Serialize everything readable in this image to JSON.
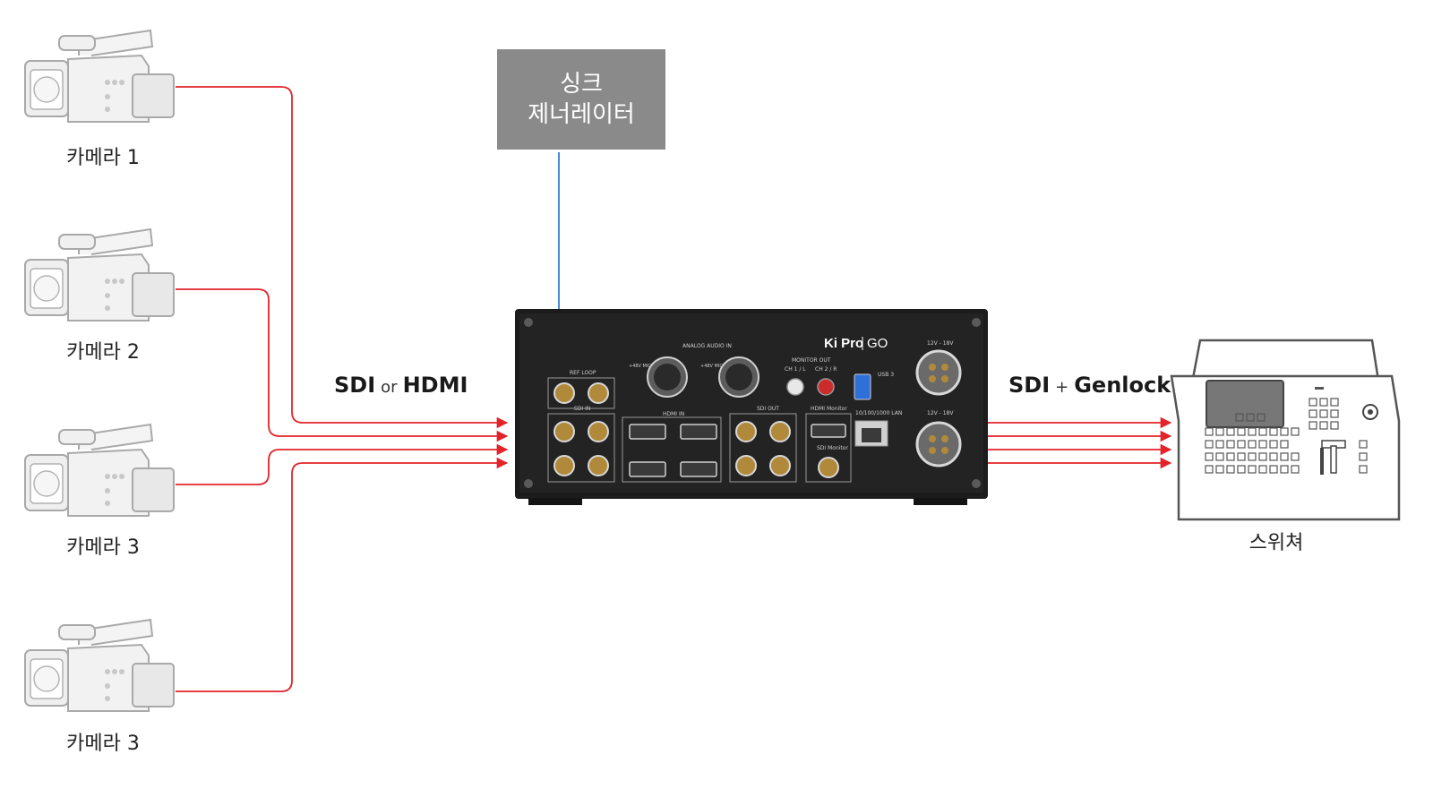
{
  "cameras": [
    {
      "label": "카메라 1",
      "icon": "camcorder-icon"
    },
    {
      "label": "카메라 2",
      "icon": "camcorder-icon"
    },
    {
      "label": "카메라 3",
      "icon": "camcorder-icon"
    },
    {
      "label": "카메라 3",
      "icon": "camcorder-icon"
    }
  ],
  "sync_generator": {
    "line1": "싱크",
    "line2": "제너레이터"
  },
  "input_label": {
    "left": "SDI",
    "sep": "or",
    "right": "HDMI"
  },
  "output_label": {
    "left": "SDI",
    "sep": "+",
    "right": "Genlock"
  },
  "device": {
    "brand": "Ki Pro",
    "model": "GO",
    "panel_labels": {
      "ref_loop": "REF LOOP",
      "sdi_in": "SDI IN",
      "analog_audio_in": "ANALOG AUDIO IN",
      "hdmi_in": "HDMI IN",
      "sdi_out": "SDI OUT",
      "monitor_out": "MONITOR OUT",
      "hdmi_monitor": "HDMI Monitor",
      "sdi_monitor": "SDI Monitor",
      "usb": "USB 3",
      "lan": "10/100/1000 LAN",
      "power": "12V - 18V",
      "ch1": "CH 1 / L",
      "ch2": "CH 2 / R",
      "mic_switch": "+48V MIC LINE"
    }
  },
  "switcher": {
    "label": "스위쳐"
  },
  "colors": {
    "video_line": "#e2232a",
    "sync_line": "#2d7fd1",
    "sync_box": "#8a8a8a"
  }
}
